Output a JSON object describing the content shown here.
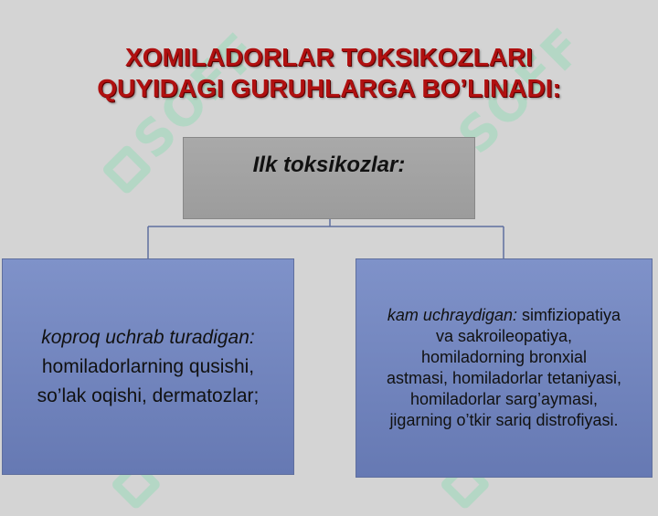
{
  "watermark": "SOFF",
  "title": {
    "line1": "XOMILADORLAR TOKSIKOZLARI",
    "line2": "QUYIDAGI GURUHLARGA BO’LINADI:"
  },
  "top_box": {
    "label": "Ilk  toksikozlar:"
  },
  "left_box": {
    "intro": "koproq  uchrab turadigan:",
    "line1": "homiladorlarning qusishi,",
    "line2": "so’lak   oqishi, dermatozlar;"
  },
  "right_box": {
    "intro": "kam uchraydigan:",
    "line1": "simfiziopatiya",
    "line2": "va sakroileopatiya,",
    "line3": "homiladorning   bronxial",
    "line4": "astmasi, homiladorlar tetaniyasi,",
    "line5": "homiladorlar sarg’aymasi,",
    "line6": "jigarning o’tkir sariq distrofiyasi."
  },
  "colors": {
    "title": "#b01010",
    "top_box": "#a3a3a3",
    "blue_box": "#7385be",
    "background": "#d4d4d4",
    "watermark": "#78dcaa"
  }
}
